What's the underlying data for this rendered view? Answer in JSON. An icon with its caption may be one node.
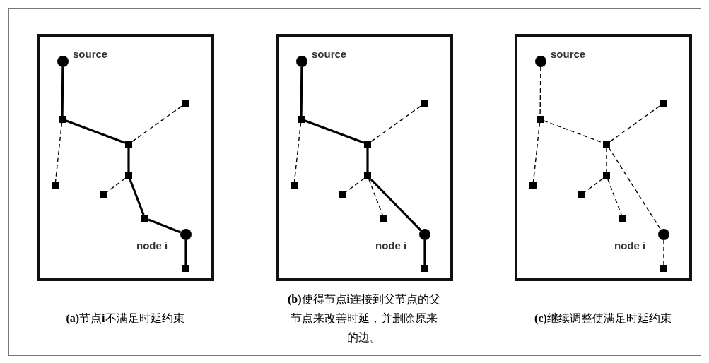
{
  "diagram": {
    "nodes": [
      {
        "text": [],
        "shape": "box"
      },
      {
        "text": [],
        "shape": "circle",
        "beside": [
          "source"
        ],
        "in": 0
      },
      {
        "text": [],
        "shape": "box",
        "in": 0
      },
      {
        "text": [],
        "shape": "box",
        "in": 0
      },
      {
        "text": [],
        "shape": "box",
        "in": 0
      },
      {
        "text": [],
        "shape": "box",
        "in": 0
      },
      {
        "text": [],
        "shape": "box",
        "in": 0
      },
      {
        "text": [],
        "shape": "box",
        "in": 0
      },
      {
        "text": [],
        "shape": "box",
        "in": 0
      },
      {
        "text": [],
        "shape": "circle",
        "beside": [
          "node i"
        ],
        "in": 0
      },
      {
        "text": [],
        "shape": "box",
        "in": 0
      },
      {
        "text": [],
        "shape": "box"
      },
      {
        "text": [],
        "shape": "circle",
        "beside": [
          "source"
        ],
        "in": 11
      },
      {
        "text": [],
        "shape": "box",
        "in": 11
      },
      {
        "text": [],
        "shape": "box",
        "in": 11
      },
      {
        "text": [],
        "shape": "box",
        "in": 11
      },
      {
        "text": [],
        "shape": "box",
        "in": 11
      },
      {
        "text": [],
        "shape": "box",
        "in": 11
      },
      {
        "text": [],
        "shape": "box",
        "in": 11
      },
      {
        "text": [],
        "shape": "box",
        "in": 11
      },
      {
        "text": [],
        "shape": "circle",
        "beside": [
          "node i"
        ],
        "in": 11
      },
      {
        "text": [],
        "shape": "box",
        "in": 11
      },
      {
        "text": [],
        "shape": "box"
      },
      {
        "text": [],
        "shape": "circle",
        "beside": [
          "source"
        ],
        "in": 22
      },
      {
        "text": [],
        "shape": "box",
        "in": 22
      },
      {
        "text": [],
        "shape": "box",
        "in": 22
      },
      {
        "text": [],
        "shape": "box",
        "in": 22
      },
      {
        "text": [],
        "shape": "box",
        "in": 22
      },
      {
        "text": [],
        "shape": "box",
        "in": 22
      },
      {
        "text": [],
        "shape": "box",
        "in": 22
      },
      {
        "text": [],
        "shape": "box",
        "in": 22
      },
      {
        "text": [],
        "shape": "circle",
        "beside": [
          "node i"
        ],
        "in": 22
      },
      {
        "text": [],
        "shape": "box",
        "in": 22
      }
    ],
    "edges": [
      {
        "from": 1,
        "to": 2,
        "arrow": "none",
        "style": "thick"
      },
      {
        "from": 2,
        "to": 3,
        "arrow": "none",
        "style": "dashed"
      },
      {
        "from": 2,
        "to": 4,
        "arrow": "none",
        "style": "thick"
      },
      {
        "from": 4,
        "to": 5,
        "arrow": "none",
        "style": "dashed"
      },
      {
        "from": 4,
        "to": 6,
        "arrow": "none",
        "style": "thick"
      },
      {
        "from": 6,
        "to": 7,
        "arrow": "none",
        "style": "dashed"
      },
      {
        "from": 6,
        "to": 8,
        "arrow": "none",
        "style": "thick"
      },
      {
        "from": 8,
        "to": 9,
        "arrow": "none",
        "style": "thick"
      },
      {
        "from": 9,
        "to": 10,
        "arrow": "none",
        "style": "thick"
      },
      {
        "from": 12,
        "to": 13,
        "arrow": "none",
        "style": "thick"
      },
      {
        "from": 13,
        "to": 14,
        "arrow": "none",
        "style": "dashed"
      },
      {
        "from": 13,
        "to": 15,
        "arrow": "none",
        "style": "thick"
      },
      {
        "from": 15,
        "to": 16,
        "arrow": "none",
        "style": "dashed"
      },
      {
        "from": 15,
        "to": 17,
        "arrow": "none",
        "style": "thick"
      },
      {
        "from": 17,
        "to": 18,
        "arrow": "none",
        "style": "dashed"
      },
      {
        "from": 17,
        "to": 19,
        "arrow": "none",
        "style": "dashed"
      },
      {
        "from": 17,
        "to": 20,
        "arrow": "none",
        "style": "thick"
      },
      {
        "from": 20,
        "to": 21,
        "arrow": "none",
        "style": "thick"
      },
      {
        "from": 23,
        "to": 24,
        "arrow": "none",
        "style": "dashed"
      },
      {
        "from": 24,
        "to": 25,
        "arrow": "none",
        "style": "dashed"
      },
      {
        "from": 24,
        "to": 26,
        "arrow": "none",
        "style": "dashed"
      },
      {
        "from": 26,
        "to": 27,
        "arrow": "none",
        "style": "dashed"
      },
      {
        "from": 26,
        "to": 28,
        "arrow": "none",
        "style": "dashed"
      },
      {
        "from": 28,
        "to": 29,
        "arrow": "none",
        "style": "dashed"
      },
      {
        "from": 28,
        "to": 30,
        "arrow": "none",
        "style": "dashed"
      },
      {
        "from": 26,
        "to": 31,
        "arrow": "none",
        "style": "dashed"
      },
      {
        "from": 31,
        "to": 32,
        "arrow": "none",
        "style": "dashed"
      }
    ],
    "labels": [
      "**(a)**节点**i**不满足时延约束",
      "**(b)**使得节点**i**连接到父节点的父节点来改善时延，并删除原来的边。",
      "**(c)**继续调整使满足时延约束"
    ]
  }
}
